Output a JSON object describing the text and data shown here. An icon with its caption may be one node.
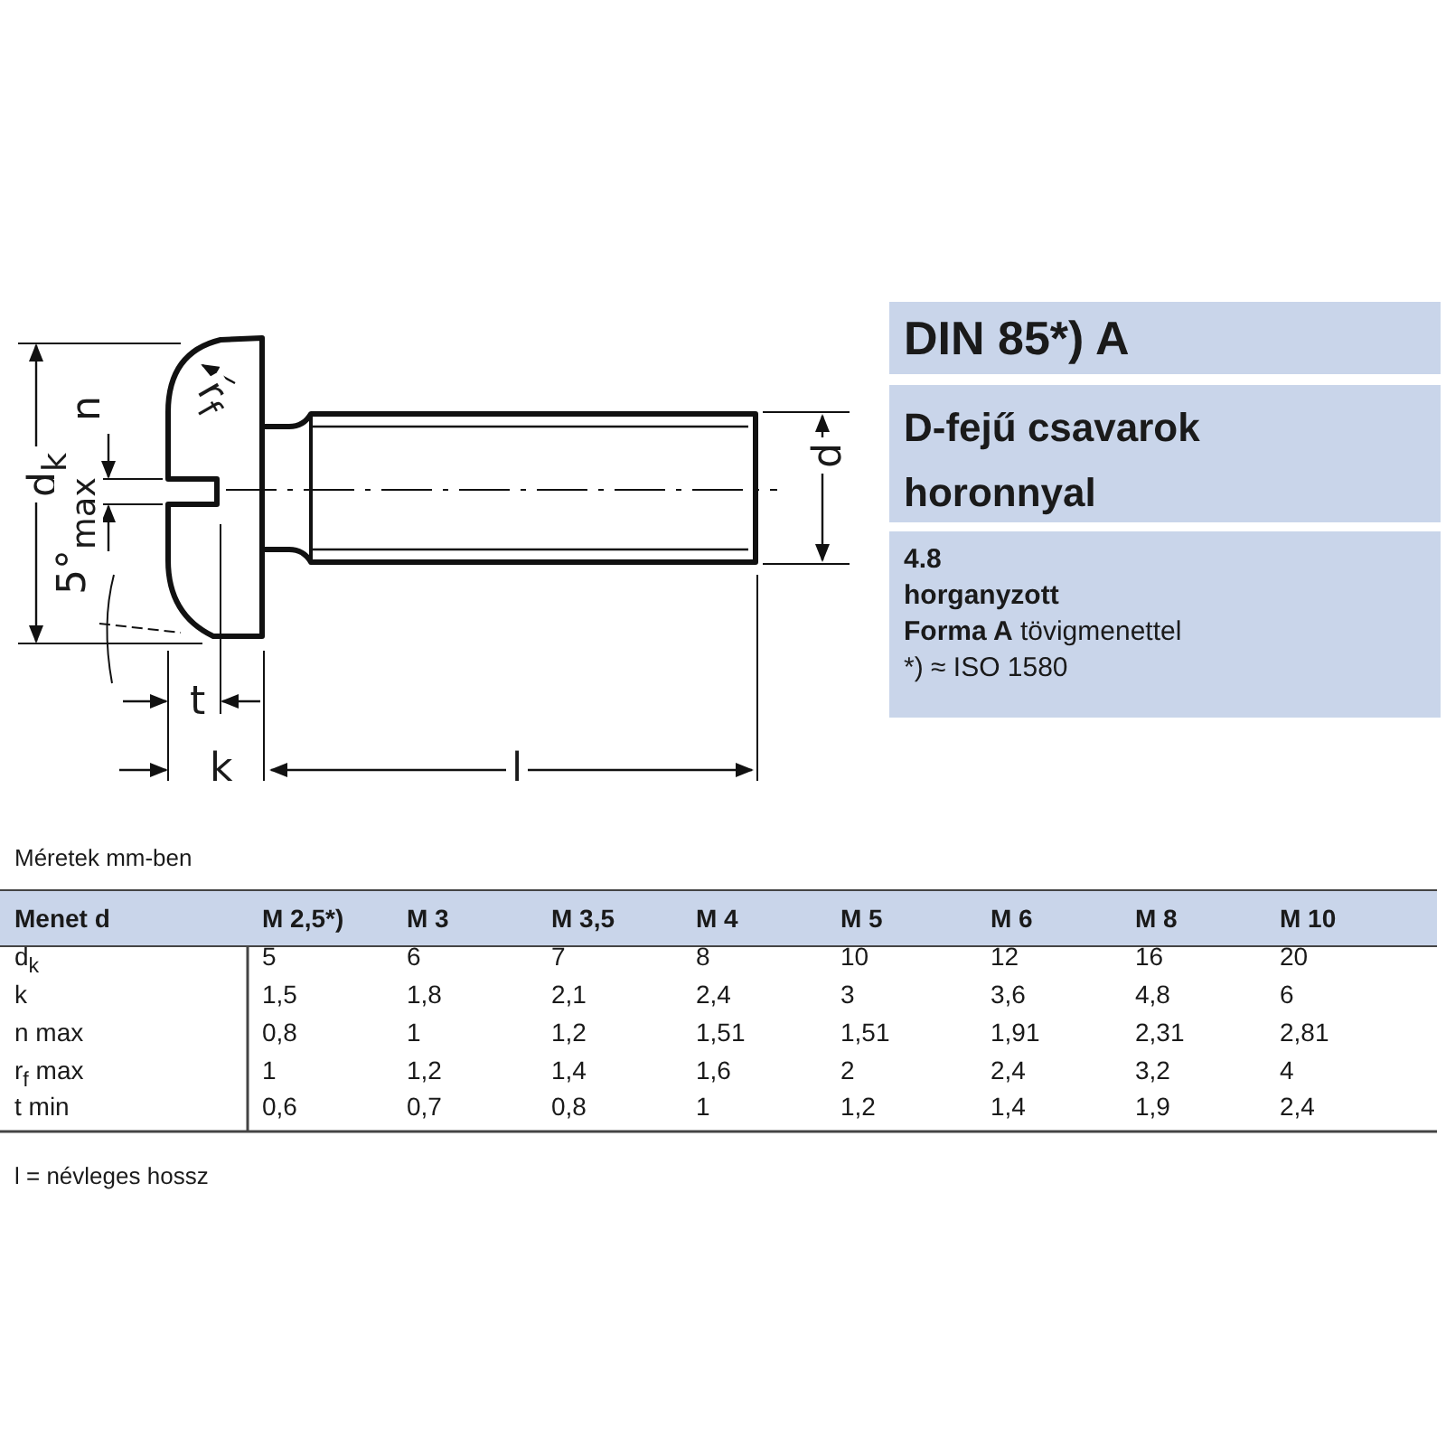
{
  "diagram": {
    "nodes": [
      {
        "text": [
          "DIN 85*) A"
        ]
      },
      {
        "text": [
          "D-fejű csavarok horonnyal"
        ]
      },
      {
        "text": [
          "4.8",
          "horganyzott",
          "**Forma A** tövigmenettel",
          "*) ≈ ISO 1580"
        ]
      }
    ],
    "labels": [
      "r$_{f}$",
      "n",
      "d$_{k}$",
      "d",
      "5°$_{max}$",
      "t",
      "k",
      "l",
      "Méretek mm-ben",
      "Menet d",
      "M 2,5*)",
      "M 3",
      "M 3,5",
      "M 4",
      "M 5",
      "M 6",
      "M 8",
      "M 10",
      "d$_{k}$",
      "5",
      "6",
      "7",
      "8",
      "10",
      "12",
      "16",
      "20",
      "k",
      "1,5",
      "1,8",
      "2,1",
      "2,4",
      "3",
      "3,6",
      "4,8",
      "6",
      "n max",
      "0,8",
      "1",
      "1,2",
      "1,51",
      "1,51",
      "1,91",
      "2,31",
      "2,81",
      "r$_{f}$ max",
      "1",
      "1,2",
      "1,4",
      "1,6",
      "2",
      "2,4",
      "3,2",
      "4",
      "t min",
      "0,6",
      "0,7",
      "0,8",
      "1",
      "1,2",
      "1,4",
      "1,9",
      "2,4",
      "l = névleges hossz"
    ]
  }
}
